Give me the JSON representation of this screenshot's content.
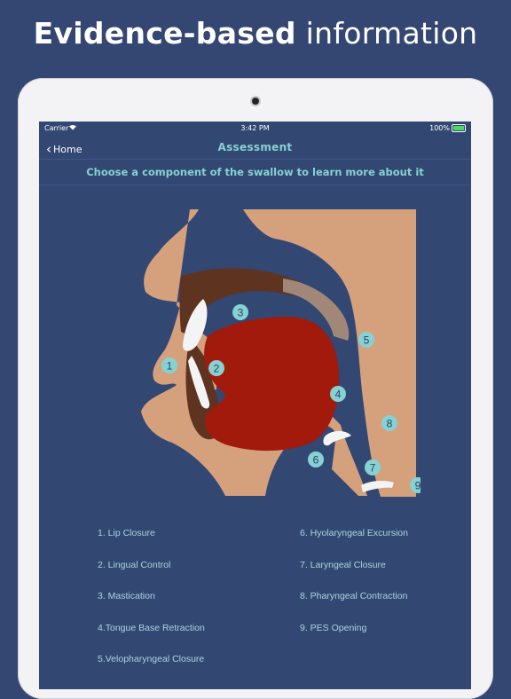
{
  "headline": {
    "bold": "Evidence-based",
    "light": "information"
  },
  "status": {
    "carrier": "Carrier",
    "time": "3:42 PM",
    "battery": "100%"
  },
  "nav": {
    "back": "Home",
    "title": "Assessment"
  },
  "prompt": "Choose a component of the swallow to learn more about it",
  "markers": [
    "1",
    "2",
    "3",
    "4",
    "5",
    "6",
    "7",
    "8",
    "9"
  ],
  "components": [
    "1. Lip Closure",
    "2. Lingual Control",
    "3. Mastication",
    "4.Tongue Base Retraction",
    "5.Velopharyngeal Closure",
    "6. Hyolaryngeal Excursion",
    "7. Laryngeal Closure",
    "8. Pharyngeal Contraction",
    "9. PES Opening"
  ],
  "colors": {
    "background": "#344672",
    "accent": "#86d2d2",
    "tongue": "#a11a0b",
    "skin": "#d4a17c",
    "palate": "#5e3421",
    "marker": "#86d2d2"
  }
}
